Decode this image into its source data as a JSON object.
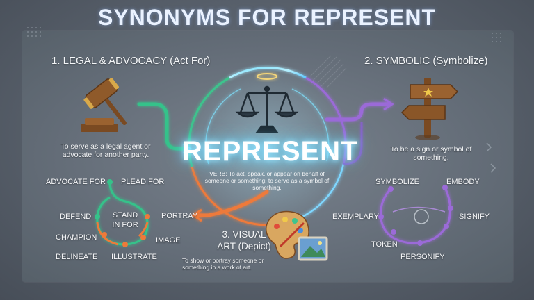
{
  "title": "SYNONYMS FOR REPRESENT",
  "center": {
    "word": "REPRESENT",
    "definition": "VERB: To act, speak, or appear on behalf of someone or something; to serve as a symbol of something."
  },
  "legal": {
    "heading": "1. LEGAL & ADVOCACY (Act For)",
    "description": "To serve as a legal agent or advocate for another party.",
    "words": {
      "advocate_for": "ADVOCATE FOR",
      "plead_for": "PLEAD FOR",
      "defend": "DEFEND",
      "stand_in_for": "STAND IN FOR",
      "champion": "CHAMPION"
    }
  },
  "symbolic": {
    "heading": "2. SYMBOLIC (Symbolize)",
    "description": "To be a sign or symbol of something.",
    "words": {
      "symbolize": "SYMBOLIZE",
      "embody": "EMBODY",
      "exemplary": "EXEMPLARY",
      "signify": "SIGNIFY",
      "token": "TOKEN",
      "personify": "PERSONIFY"
    }
  },
  "visual": {
    "heading": "3. VISUAL ART (Depict)",
    "description": "To show or portray someone or something in a work of art.",
    "words": {
      "portray": "PORTRAY",
      "image": "IMAGE",
      "delineate": "DELINEATE",
      "illustrate": "ILLUSTRATE"
    }
  },
  "colors": {
    "legal_green": "#36c28a",
    "symbolic_purple": "#9b6bd8",
    "visual_orange": "#ee7a3a",
    "center_glow": "#7fe3ff"
  },
  "icons": [
    "gavel-icon",
    "scales-icon",
    "halo-icon",
    "signpost-icon",
    "palette-icon",
    "picture-frame-icon"
  ]
}
